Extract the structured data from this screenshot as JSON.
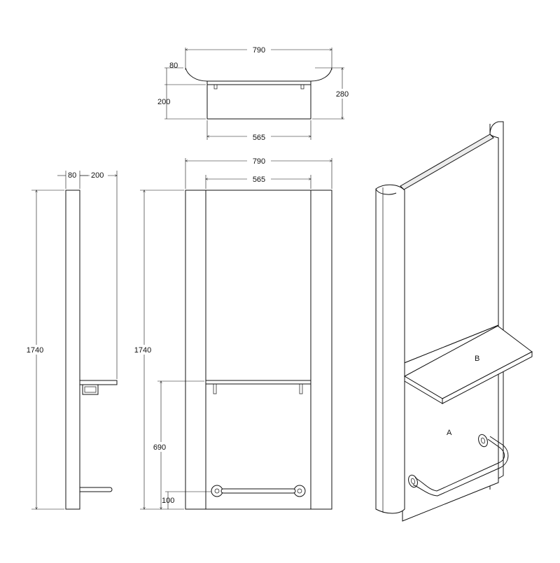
{
  "top_view": {
    "width_total": "790",
    "depth_edge": "80",
    "depth_shelf": "200",
    "depth_total": "280",
    "width_shelf": "565"
  },
  "side_view": {
    "height": "1740",
    "depth_edge": "80",
    "depth_shelf": "200"
  },
  "front_view": {
    "height": "1740",
    "width_total": "790",
    "width_inner": "565",
    "shelf_height": "690",
    "rail_height": "100"
  },
  "perspective_view": {
    "label_shelf": "B",
    "label_panel": "A"
  }
}
